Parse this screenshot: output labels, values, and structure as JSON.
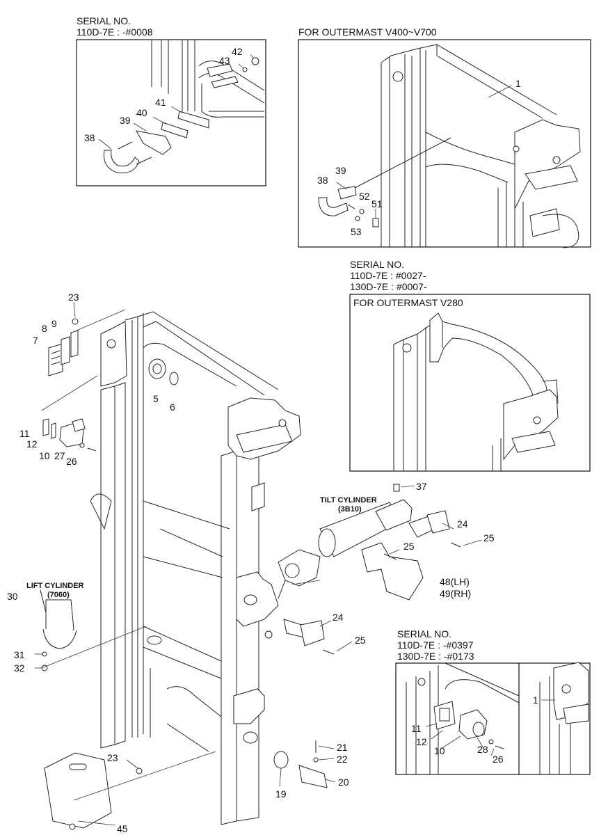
{
  "headers": {
    "serial_top_left_1": "SERIAL NO.",
    "serial_top_left_2": "110D-7E : -#0008",
    "outermast_v400": "FOR OUTERMAST V400~V700",
    "serial_mid_1": "SERIAL NO.",
    "serial_mid_2": "110D-7E : #0027-",
    "serial_mid_3": "130D-7E : #0007-",
    "outermast_v280": "FOR OUTERMAST V280",
    "serial_bottom_1": "SERIAL NO.",
    "serial_bottom_2": "110D-7E : -#0397",
    "serial_bottom_3": "130D-7E : -#0173"
  },
  "callouts": {
    "tilt_cylinder": "TILT CYLINDER",
    "tilt_cylinder_code": "(3B10)",
    "lift_cylinder": "LIFT CYLINDER",
    "lift_cylinder_code": "(7060)"
  },
  "parts": {
    "p1a": "1",
    "p1b": "1",
    "p5": "5",
    "p6": "6",
    "p7": "7",
    "p8": "8",
    "p9": "9",
    "p10a": "10",
    "p10b": "10",
    "p11a": "11",
    "p11b": "11",
    "p12a": "12",
    "p12b": "12",
    "p19": "19",
    "p20": "20",
    "p21": "21",
    "p22": "22",
    "p23a": "23",
    "p23b": "23",
    "p24a": "24",
    "p24b": "24",
    "p25a": "25",
    "p25b": "25",
    "p25c": "25",
    "p26a": "26",
    "p26b": "26",
    "p27": "27",
    "p28": "28",
    "p30": "30",
    "p31": "31",
    "p32": "32",
    "p37": "37",
    "p38a": "38",
    "p38b": "38",
    "p39a": "39",
    "p39b": "39",
    "p40": "40",
    "p41": "41",
    "p42": "42",
    "p43": "43",
    "p45": "45",
    "p48": "48(LH)",
    "p49": "49(RH)",
    "p51": "51",
    "p52": "52",
    "p53": "53"
  }
}
